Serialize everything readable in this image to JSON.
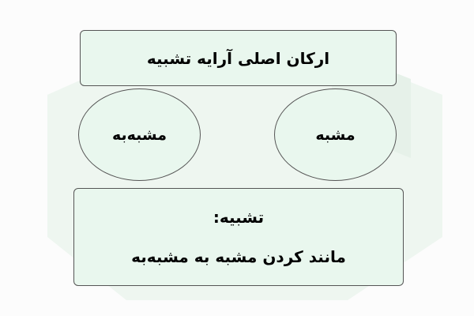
{
  "title": "ارکان اصلی آرایه تشبیه",
  "left_oval": "مشبه‌به",
  "right_oval": "مشبه",
  "definition": {
    "term": "تشبیه:",
    "text": "مانند کردن مشبه به مشبه‌به"
  },
  "colors": {
    "box_fill": "#e9f7ee",
    "border": "#555555",
    "watermark": "#edf5ef"
  }
}
